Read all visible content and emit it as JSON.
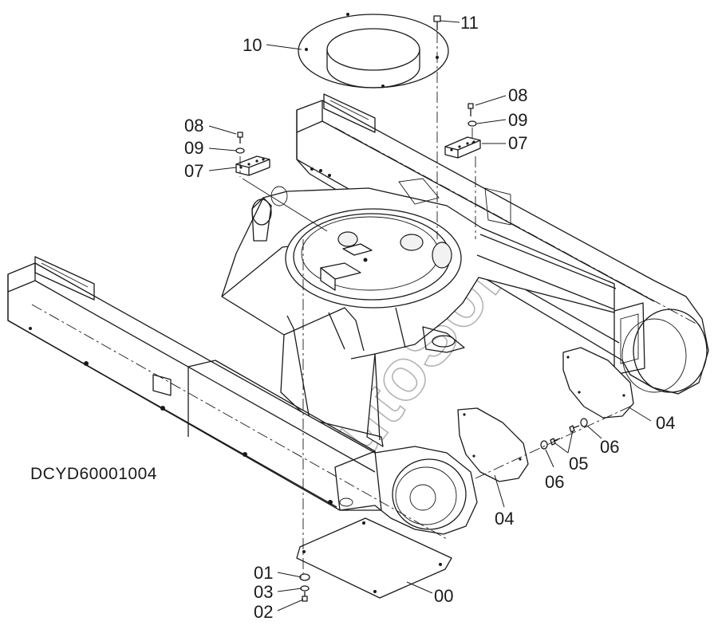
{
  "diagram": {
    "drawing_code": "DCYD60001004",
    "watermark": "AutoSoft",
    "callouts": {
      "part_10": "10",
      "part_11": "11",
      "part_08_left": "08",
      "part_09_left": "09",
      "part_07_left": "07",
      "part_08_right": "08",
      "part_09_right": "09",
      "part_07_right": "07",
      "part_04_right": "04",
      "part_06_right": "06",
      "part_05": "05",
      "part_06_left": "06",
      "part_04_left": "04",
      "part_01": "01",
      "part_03": "03",
      "part_02": "02",
      "part_00": "00"
    }
  }
}
